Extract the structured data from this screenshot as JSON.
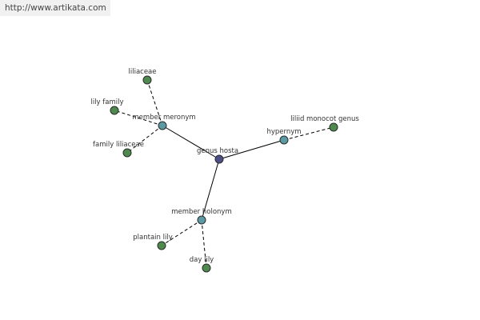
{
  "header": {
    "url": "http://www.artikata.com"
  },
  "colors": {
    "root": "#4a4f86",
    "relation": "#5b9aa3",
    "leaf": "#4e8a4e"
  },
  "graph": {
    "nodes": [
      {
        "id": "genus-hosta",
        "label": "genus hosta",
        "kind": "root"
      },
      {
        "id": "member-meronym",
        "label": "member meronym",
        "kind": "relation"
      },
      {
        "id": "hypernym",
        "label": "hypernym",
        "kind": "relation"
      },
      {
        "id": "member-holonym",
        "label": "member holonym",
        "kind": "relation"
      },
      {
        "id": "liliaceae",
        "label": "liliaceae",
        "kind": "leaf"
      },
      {
        "id": "lily-family",
        "label": "lily family",
        "kind": "leaf"
      },
      {
        "id": "family-liliaceae",
        "label": "family liliaceae",
        "kind": "leaf"
      },
      {
        "id": "liliid-monocot-genus",
        "label": "liliid monocot genus",
        "kind": "leaf"
      },
      {
        "id": "plantain-lily",
        "label": "plantain lily",
        "kind": "leaf"
      },
      {
        "id": "day-lily",
        "label": "day lily",
        "kind": "leaf"
      }
    ],
    "edges": [
      {
        "from": "genus-hosta",
        "to": "member-meronym",
        "style": "solid"
      },
      {
        "from": "genus-hosta",
        "to": "hypernym",
        "style": "solid"
      },
      {
        "from": "genus-hosta",
        "to": "member-holonym",
        "style": "solid"
      },
      {
        "from": "member-meronym",
        "to": "liliaceae",
        "style": "dashed"
      },
      {
        "from": "member-meronym",
        "to": "lily-family",
        "style": "dashed"
      },
      {
        "from": "member-meronym",
        "to": "family-liliaceae",
        "style": "dashed"
      },
      {
        "from": "hypernym",
        "to": "liliid-monocot-genus",
        "style": "dashed"
      },
      {
        "from": "member-holonym",
        "to": "plantain-lily",
        "style": "dashed"
      },
      {
        "from": "member-holonym",
        "to": "day-lily",
        "style": "dashed"
      }
    ]
  }
}
